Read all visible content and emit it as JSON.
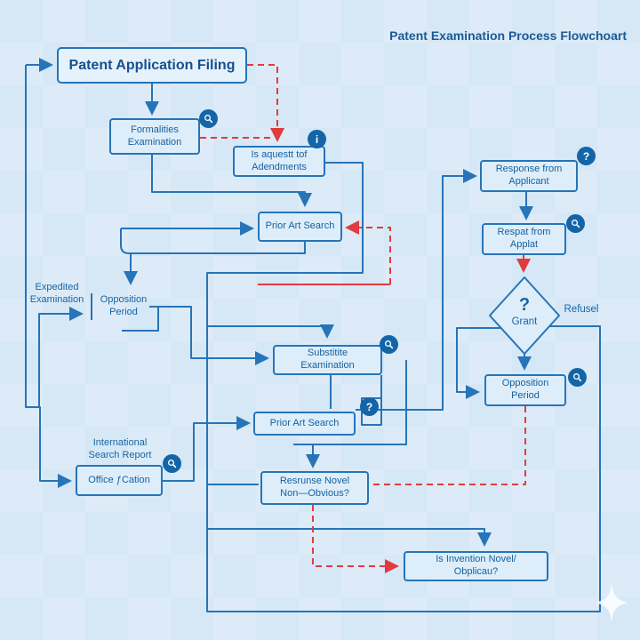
{
  "title": "Patent Examination Process Flowchoart",
  "nodes": {
    "patent_filing": {
      "label": "Patent Application Filing"
    },
    "formalities": {
      "label": "Formalities\nExamination"
    },
    "amendments": {
      "label": "Is aquestt tof\nAdendments"
    },
    "prior_art_search_1": {
      "label": "Prior Art Search"
    },
    "response_from_applicant": {
      "label": "Response from\nApplicant"
    },
    "respat_from_applat": {
      "label": "Respat from\nApplat"
    },
    "decision": {
      "question_mark": "?",
      "label": "Grant"
    },
    "refusal": {
      "label": "Refusel"
    },
    "opposition_period_right": {
      "label": "Opposition\nPeriod"
    },
    "substitute_examination": {
      "label": "Substitite\nExamination"
    },
    "prior_art_search_2": {
      "label": "Prior Art Search"
    },
    "response_novel": {
      "label": "Resrunse Novel\nNon—Obvious?"
    },
    "invention_novel": {
      "label": "Is Invention Novel/\nObplicau?"
    },
    "office_action": {
      "label": "Office ƒCation"
    },
    "opposition_period_left": {
      "label": "Opposition\nPeriod"
    },
    "expedited_examination": {
      "label": "Expedited\nExamination"
    },
    "international_search_report": {
      "label": "International\nSearch Report"
    }
  },
  "badge_glyphs": {
    "question": "?",
    "info": "i"
  },
  "colors": {
    "background": "#d6e8f6",
    "node_fill": "#ddeefa",
    "line_blue": "#2774b8",
    "dashed_red": "#e23b3f",
    "badge_blue": "#1365a7",
    "text_blue": "#17609f",
    "title_blue": "#1b5a94"
  }
}
